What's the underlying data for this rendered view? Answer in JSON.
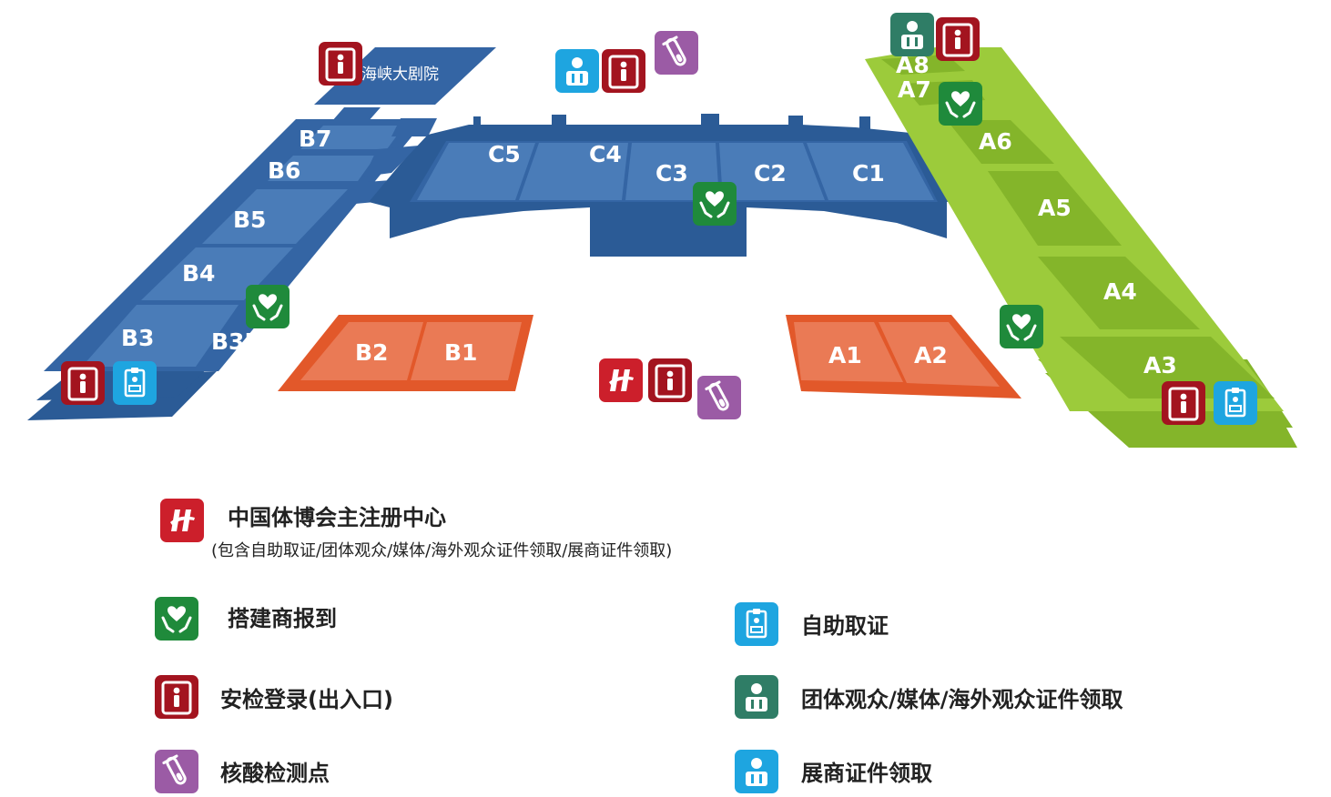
{
  "colors": {
    "blue_hall": "#3465a4",
    "blue_hall_dark": "#2b5b96",
    "blue_hall_light": "#4a7cb8",
    "green_hall": "#9ccb3b",
    "green_hall_dark": "#84b52a",
    "orange_hall": "#e2582a",
    "orange_hall_light": "#ea7a55",
    "icon_red": "#cc1f2b",
    "icon_darkred": "#a3141f",
    "icon_green": "#1f8a3b",
    "icon_purple": "#9b5ba5",
    "icon_lightblue": "#1ea5e0",
    "icon_teal": "#2f7d66"
  },
  "halls": {
    "theatre": "海峡大剧院",
    "b7": "B7",
    "b6": "B6",
    "b5": "B5",
    "b4": "B4",
    "b3": "B3",
    "b3l": "B3L",
    "b2": "B2",
    "b1": "B1",
    "c5": "C5",
    "c4": "C4",
    "c3": "C3",
    "c2": "C2",
    "c1": "C1",
    "a1": "A1",
    "a2": "A2",
    "a8": "A8",
    "a7": "A7",
    "a6": "A6",
    "a5": "A5",
    "a4": "A4",
    "a3": "A3"
  },
  "map_icons": [
    {
      "name": "theatre-security-icon",
      "type": "security"
    },
    {
      "name": "top-staff-badge-icon",
      "type": "exhibitor_badge"
    },
    {
      "name": "top-security-icon",
      "type": "security"
    },
    {
      "name": "top-test-tube-icon",
      "type": "test"
    },
    {
      "name": "a8-group-badge-icon",
      "type": "group_badge"
    },
    {
      "name": "a8-security-icon",
      "type": "security"
    },
    {
      "name": "a7-builder-icon",
      "type": "builder"
    },
    {
      "name": "c3-builder-icon",
      "type": "builder"
    },
    {
      "name": "b3-builder-icon",
      "type": "builder"
    },
    {
      "name": "b3-security-icon",
      "type": "security"
    },
    {
      "name": "b3-self-service-icon",
      "type": "self_service"
    },
    {
      "name": "center-registration-icon",
      "type": "registration"
    },
    {
      "name": "center-security-icon",
      "type": "security"
    },
    {
      "name": "center-test-tube-icon",
      "type": "test"
    },
    {
      "name": "a4-builder-icon",
      "type": "builder"
    },
    {
      "name": "a3-security-icon",
      "type": "security"
    },
    {
      "name": "a3-self-service-icon",
      "type": "self_service"
    }
  ],
  "legend": {
    "registration_title": "中国体博会主注册中心",
    "registration_sub": "(包含自助取证/团体观众/媒体/海外观众证件领取/展商证件领取)",
    "builder": "搭建商报到",
    "security": "安检登录(出入口)",
    "test": "核酸检测点",
    "self_service": "自助取证",
    "group_badge": "团体观众/媒体/海外观众证件领取",
    "exhibitor_badge": "展商证件领取"
  }
}
